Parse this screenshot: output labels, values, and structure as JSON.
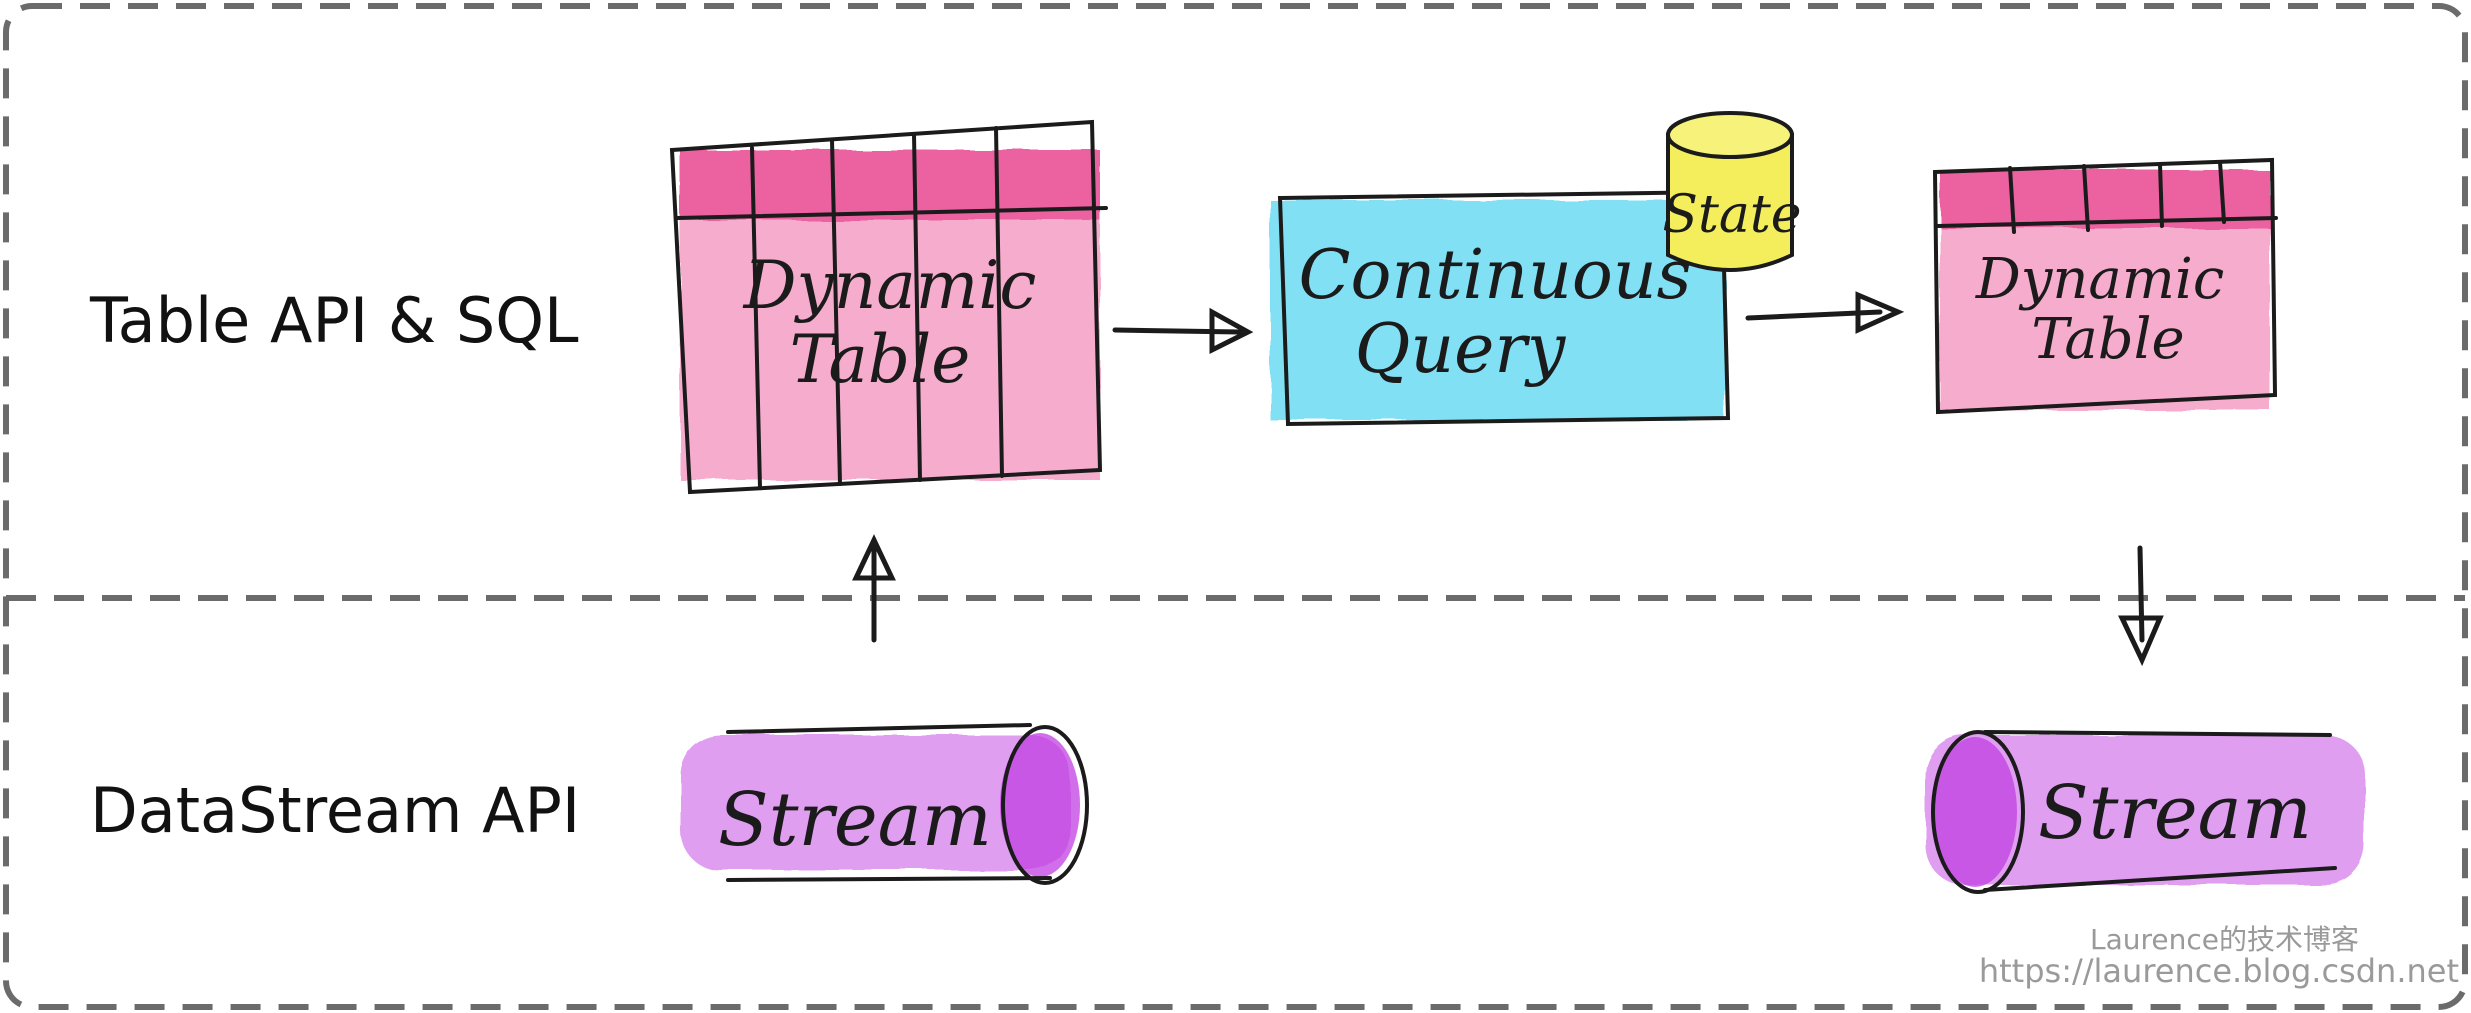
{
  "layers": {
    "top_label": "Table API & SQL",
    "bottom_label": "DataStream API"
  },
  "nodes": {
    "dynamic_table_left": {
      "line1": "Dynamic",
      "line2": "Table"
    },
    "continuous_query": {
      "line1": "Continuous",
      "line2": "Query"
    },
    "state": {
      "label": "State"
    },
    "dynamic_table_right": {
      "line1": "Dynamic",
      "line2": "Table"
    },
    "stream_left": {
      "label": "Stream"
    },
    "stream_right": {
      "label": "Stream"
    }
  },
  "colors": {
    "table_pink": "#ef6aa6",
    "query_cyan": "#3fd0f0",
    "state_yellow": "#f4ee5c",
    "stream_purple": "#c23fe3",
    "dash_gray": "#6b6b6b"
  },
  "watermark": {
    "line1": "Laurence的技术博客",
    "line2": "https://laurence.blog.csdn.net"
  }
}
